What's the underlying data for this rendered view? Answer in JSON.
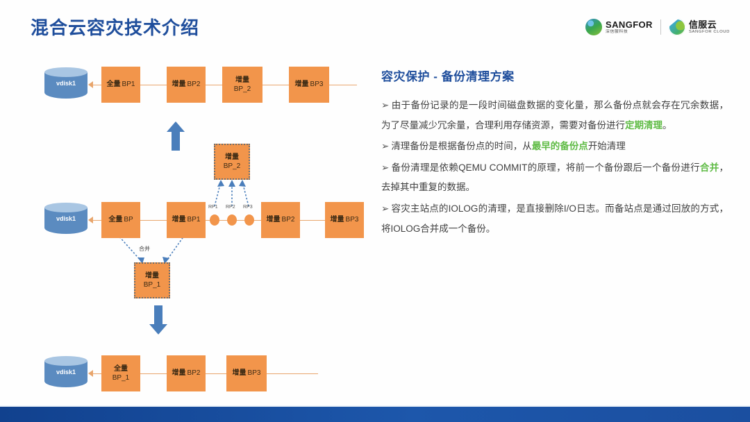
{
  "header": {
    "title": "混合云容灾技术介绍",
    "logos": [
      {
        "mark": "globe-icon",
        "main": "SANGFOR",
        "sub": "深信服科技"
      },
      {
        "mark": "cloud-icon",
        "main": "信服云",
        "sub": "SANGFOR CLOUD"
      }
    ]
  },
  "diagram": {
    "disk_label": "vdisk1",
    "merge_label": "合并",
    "rows": {
      "top": {
        "nodes": [
          {
            "l1": "全量",
            "l2": "BP1",
            "inline": true
          },
          {
            "l1": "增量",
            "l2": "BP2",
            "inline": true
          },
          {
            "l1": "增量",
            "l2": "BP_2",
            "inline": false
          },
          {
            "l1": "增量",
            "l2": "BP3",
            "inline": true
          }
        ]
      },
      "middle": {
        "nodes": [
          {
            "l1": "全量",
            "l2": "BP",
            "inline": true
          },
          {
            "l1": "增量",
            "l2": "BP1",
            "inline": true
          },
          {
            "l1": "增量",
            "l2": "BP2",
            "inline": true
          },
          {
            "l1": "增量",
            "l2": "BP3",
            "inline": true
          }
        ],
        "restore_points": [
          "RP1",
          "RP2",
          "RP3"
        ],
        "merged_up": {
          "l1": "增量",
          "l2": "BP_2"
        },
        "merged_down": {
          "l1": "增量",
          "l2": "BP_1"
        }
      },
      "bottom": {
        "nodes": [
          {
            "l1": "全量",
            "l2": "BP_1",
            "inline": false
          },
          {
            "l1": "增量",
            "l2": "BP2",
            "inline": true
          },
          {
            "l1": "增量",
            "l2": "BP3",
            "inline": true
          }
        ]
      }
    }
  },
  "panel": {
    "title": "容灾保护 - 备份清理方案",
    "bullets": [
      {
        "marker": "➢",
        "parts": [
          {
            "t": "由于备份记录的是一段时间磁盘数据的变化量，那么备份点就会存在冗余数据，为了尽量减少冗余量，合理利用存储资源，需要对备份进行"
          },
          {
            "t": "定期清理",
            "hl": true
          },
          {
            "t": "。"
          }
        ]
      },
      {
        "marker": "➢",
        "parts": [
          {
            "t": "清理备份是根据备份点的时间，从"
          },
          {
            "t": "最早的备份点",
            "hl": true
          },
          {
            "t": "开始清理"
          }
        ]
      },
      {
        "marker": "➢",
        "parts": [
          {
            "t": "备份清理是依赖QEMU COMMIT的原理，将前一个备份跟后一个备份进行"
          },
          {
            "t": "合并",
            "hl": true
          },
          {
            "t": "，去掉其中重复的数据。"
          }
        ]
      },
      {
        "marker": "➢",
        "parts": [
          {
            "t": "容灾主站点的IOLOG的清理，是直接删除I/O日志。而备站点是通过回放的方式，将IOLOG合并成一个备份。"
          }
        ]
      }
    ]
  },
  "colors": {
    "brand_blue": "#1f4e9c",
    "node_orange": "#f2954b",
    "disk_blue": "#5b8bc0",
    "highlight_green": "#5fbb45",
    "arrow_blue": "#4a7ebb",
    "link_orange": "#e8a56c"
  }
}
